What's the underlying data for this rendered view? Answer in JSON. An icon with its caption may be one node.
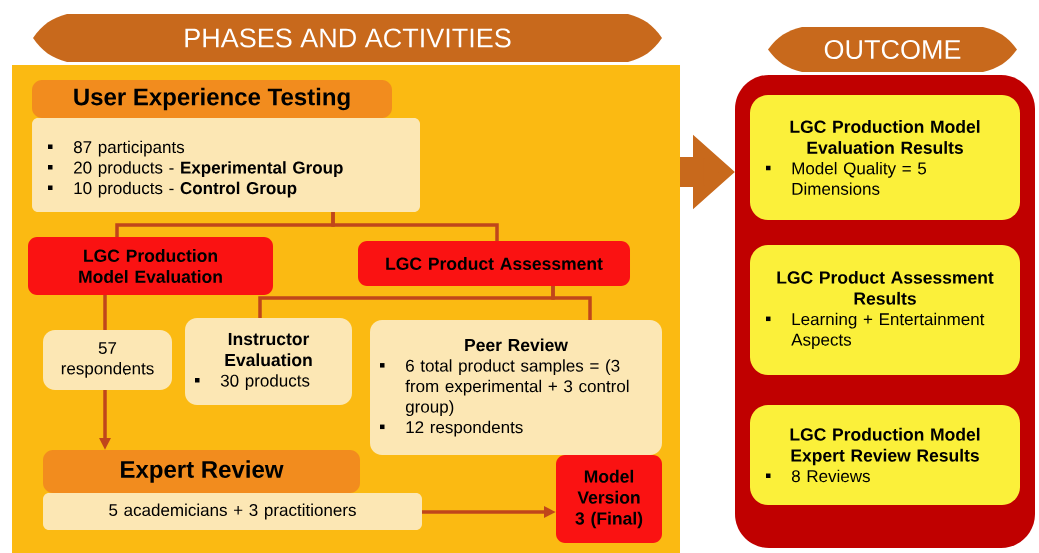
{
  "diagram": {
    "nodes": [
      {
        "text": [
          "PHASES AND ACTIVITIES"
        ]
      },
      {
        "text": [
          "User Experience Testing",
          "87 participants",
          "20 products - **Experimental Group**",
          "10 products - **Control Group**"
        ],
        "in": 0
      },
      {
        "text": [
          "LGC Production Model Evaluation"
        ],
        "in": 0
      },
      {
        "text": [
          "LGC Product Assessment"
        ],
        "in": 0
      },
      {
        "text": [
          "57 respondents"
        ],
        "in": 0
      },
      {
        "text": [
          "Instructor Evaluation",
          "30 products"
        ],
        "in": 0
      },
      {
        "text": [
          "Peer Review",
          "6 total product samples = (3 from experimental + 3 control group)",
          "12 respondents"
        ],
        "in": 0
      },
      {
        "text": [
          "Expert Review",
          "5 academicians + 3 practitioners"
        ],
        "in": 0
      },
      {
        "text": [
          "Model Version 3 (Final)"
        ],
        "in": 0
      },
      {
        "text": [
          "OUTCOME"
        ]
      },
      {
        "text": [
          "LGC Production Model Evaluation Results",
          "Model Quality = 5 Dimensions"
        ],
        "in": 9
      },
      {
        "text": [
          "LGC Product Assessment Results",
          "Learning + Entertainment Aspects"
        ],
        "in": 9
      },
      {
        "text": [
          "LGC Production Model Expert Review Results",
          "8 Reviews"
        ],
        "in": 9
      }
    ],
    "edges": [
      {
        "from": 1,
        "to": 2,
        "arrow": "none"
      },
      {
        "from": 1,
        "to": 3,
        "arrow": "none"
      },
      {
        "from": 3,
        "to": 5,
        "arrow": "none"
      },
      {
        "from": 3,
        "to": 6,
        "arrow": "none"
      },
      {
        "from": 2,
        "to": 4,
        "arrow": "none"
      },
      {
        "from": 4,
        "to": 7,
        "arrow": "to"
      },
      {
        "from": 7,
        "to": 8,
        "arrow": "to"
      },
      {
        "from": 0,
        "to": 9,
        "arrow": "to",
        "style": "thick",
        "color": "#c8691c"
      }
    ]
  }
}
